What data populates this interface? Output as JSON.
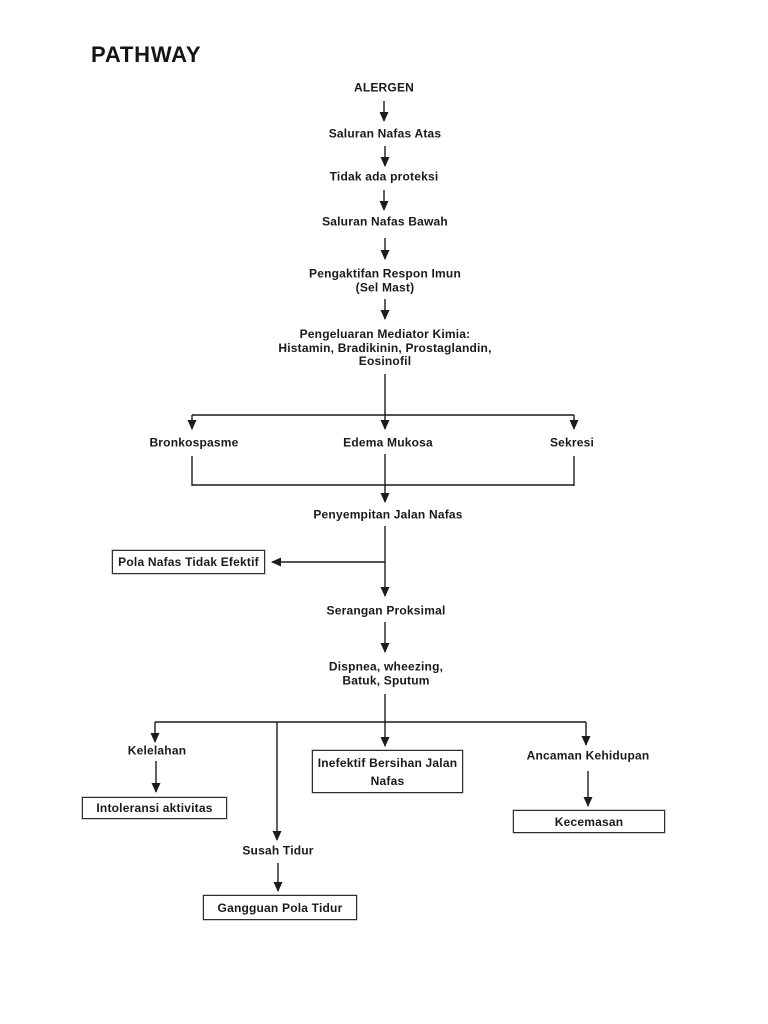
{
  "title": "PATHWAY",
  "nodes": {
    "alergen": "ALERGEN",
    "saluran_atas": "Saluran Nafas Atas",
    "tidak_ada_proteksi": "Tidak ada proteksi",
    "saluran_bawah": "Saluran Nafas Bawah",
    "pengaktifan": "Pengaktifan Respon Imun\n(Sel Mast)",
    "mediator": "Pengeluaran Mediator Kimia:\nHistamin, Bradikinin, Prostaglandin,\nEosinofil",
    "bronkospasme": "Bronkospasme",
    "edema_mukosa": "Edema Mukosa",
    "sekresi": "Sekresi",
    "penyempitan": "Penyempitan Jalan Nafas",
    "pola_nafas": "Pola Nafas Tidak Efektif",
    "serangan": "Serangan Proksimal",
    "dispnea": "Dispnea, wheezing,\nBatuk, Sputum",
    "kelelahan": "Kelelahan",
    "intoleransi": "Intoleransi aktivitas",
    "inefektif": "Inefektif Bersihan Jalan\nNafas",
    "ancaman": "Ancaman Kehidupan",
    "kecemasan": "Kecemasan",
    "susah_tidur": "Susah Tidur",
    "gangguan": "Gangguan Pola Tidur"
  },
  "colors": {
    "text": "#1a1a1a",
    "line": "#1c1c1c",
    "box_border": "#2e2e2e",
    "page_background": "#ffffff"
  }
}
